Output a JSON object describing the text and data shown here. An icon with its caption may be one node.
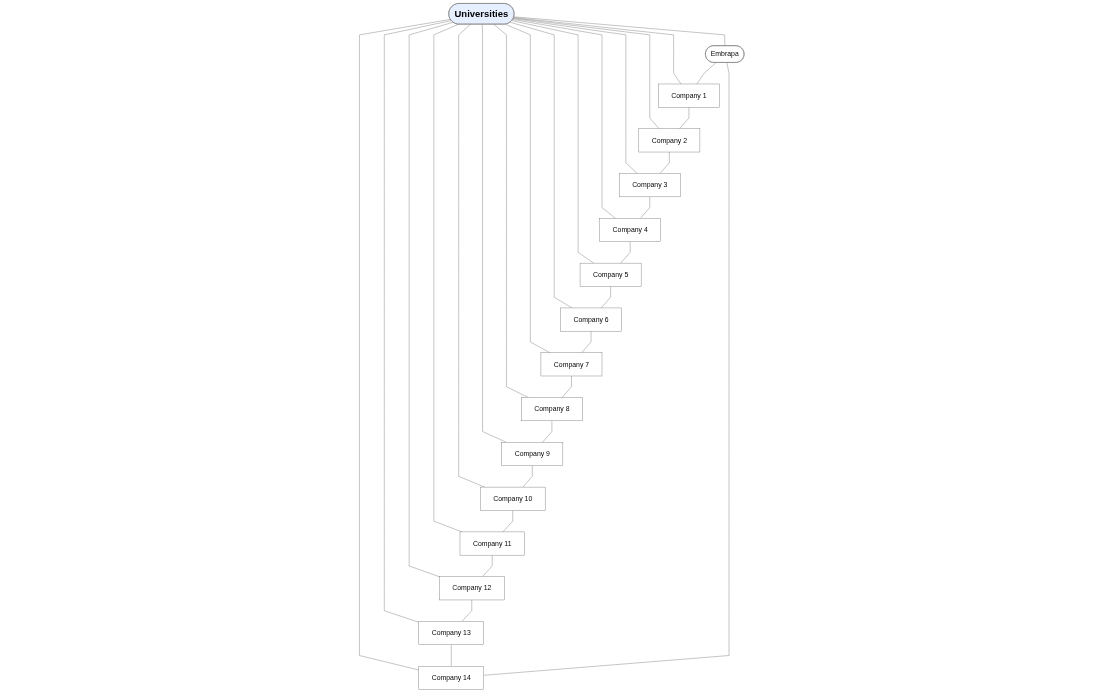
{
  "diagram": {
    "nodes": [
      {
        "text": [
          "Embrapa"
        ]
      },
      {
        "text": [
          "Company 1"
        ]
      },
      {
        "text": [
          "Company 2"
        ]
      },
      {
        "text": [
          "Company 3"
        ]
      },
      {
        "text": [
          "Company 4"
        ]
      },
      {
        "text": [
          "Company 5"
        ]
      },
      {
        "text": [
          "Company 6"
        ]
      },
      {
        "text": [
          "Company 7"
        ]
      },
      {
        "text": [
          "Company 8"
        ]
      },
      {
        "text": [
          "Company 9"
        ]
      },
      {
        "text": [
          "Company 10"
        ]
      },
      {
        "text": [
          "Company 11"
        ]
      },
      {
        "text": [
          "Company 12"
        ]
      },
      {
        "text": [
          "Company 13"
        ]
      },
      {
        "text": [
          "Company 14"
        ]
      },
      {
        "text": [
          "Universities"
        ]
      }
    ],
    "edges": [
      {
        "from": 15,
        "to": 0,
        "arrow": "none"
      },
      {
        "from": 15,
        "to": 1,
        "arrow": "none"
      },
      {
        "from": 15,
        "to": 2,
        "arrow": "none"
      },
      {
        "from": 15,
        "to": 3,
        "arrow": "none"
      },
      {
        "from": 15,
        "to": 4,
        "arrow": "none"
      },
      {
        "from": 15,
        "to": 5,
        "arrow": "none"
      },
      {
        "from": 15,
        "to": 6,
        "arrow": "none"
      },
      {
        "from": 15,
        "to": 7,
        "arrow": "none"
      },
      {
        "from": 15,
        "to": 8,
        "arrow": "none"
      },
      {
        "from": 15,
        "to": 9,
        "arrow": "none"
      },
      {
        "from": 15,
        "to": 10,
        "arrow": "none"
      },
      {
        "from": 15,
        "to": 11,
        "arrow": "none"
      },
      {
        "from": 15,
        "to": 12,
        "arrow": "none"
      },
      {
        "from": 15,
        "to": 13,
        "arrow": "none"
      },
      {
        "from": 15,
        "to": 14,
        "arrow": "none"
      },
      {
        "from": 0,
        "to": 1,
        "arrow": "none"
      },
      {
        "from": 1,
        "to": 2,
        "arrow": "none"
      },
      {
        "from": 2,
        "to": 3,
        "arrow": "none"
      },
      {
        "from": 3,
        "to": 4,
        "arrow": "none"
      },
      {
        "from": 4,
        "to": 5,
        "arrow": "none"
      },
      {
        "from": 5,
        "to": 6,
        "arrow": "none"
      },
      {
        "from": 6,
        "to": 7,
        "arrow": "none"
      },
      {
        "from": 7,
        "to": 8,
        "arrow": "none"
      },
      {
        "from": 8,
        "to": 9,
        "arrow": "none"
      },
      {
        "from": 9,
        "to": 10,
        "arrow": "none"
      },
      {
        "from": 10,
        "to": 11,
        "arrow": "none"
      },
      {
        "from": 11,
        "to": 12,
        "arrow": "none"
      },
      {
        "from": 12,
        "to": 13,
        "arrow": "none"
      },
      {
        "from": 13,
        "to": 14,
        "arrow": "none"
      },
      {
        "from": 14,
        "to": 0,
        "arrow": "none"
      }
    ]
  }
}
